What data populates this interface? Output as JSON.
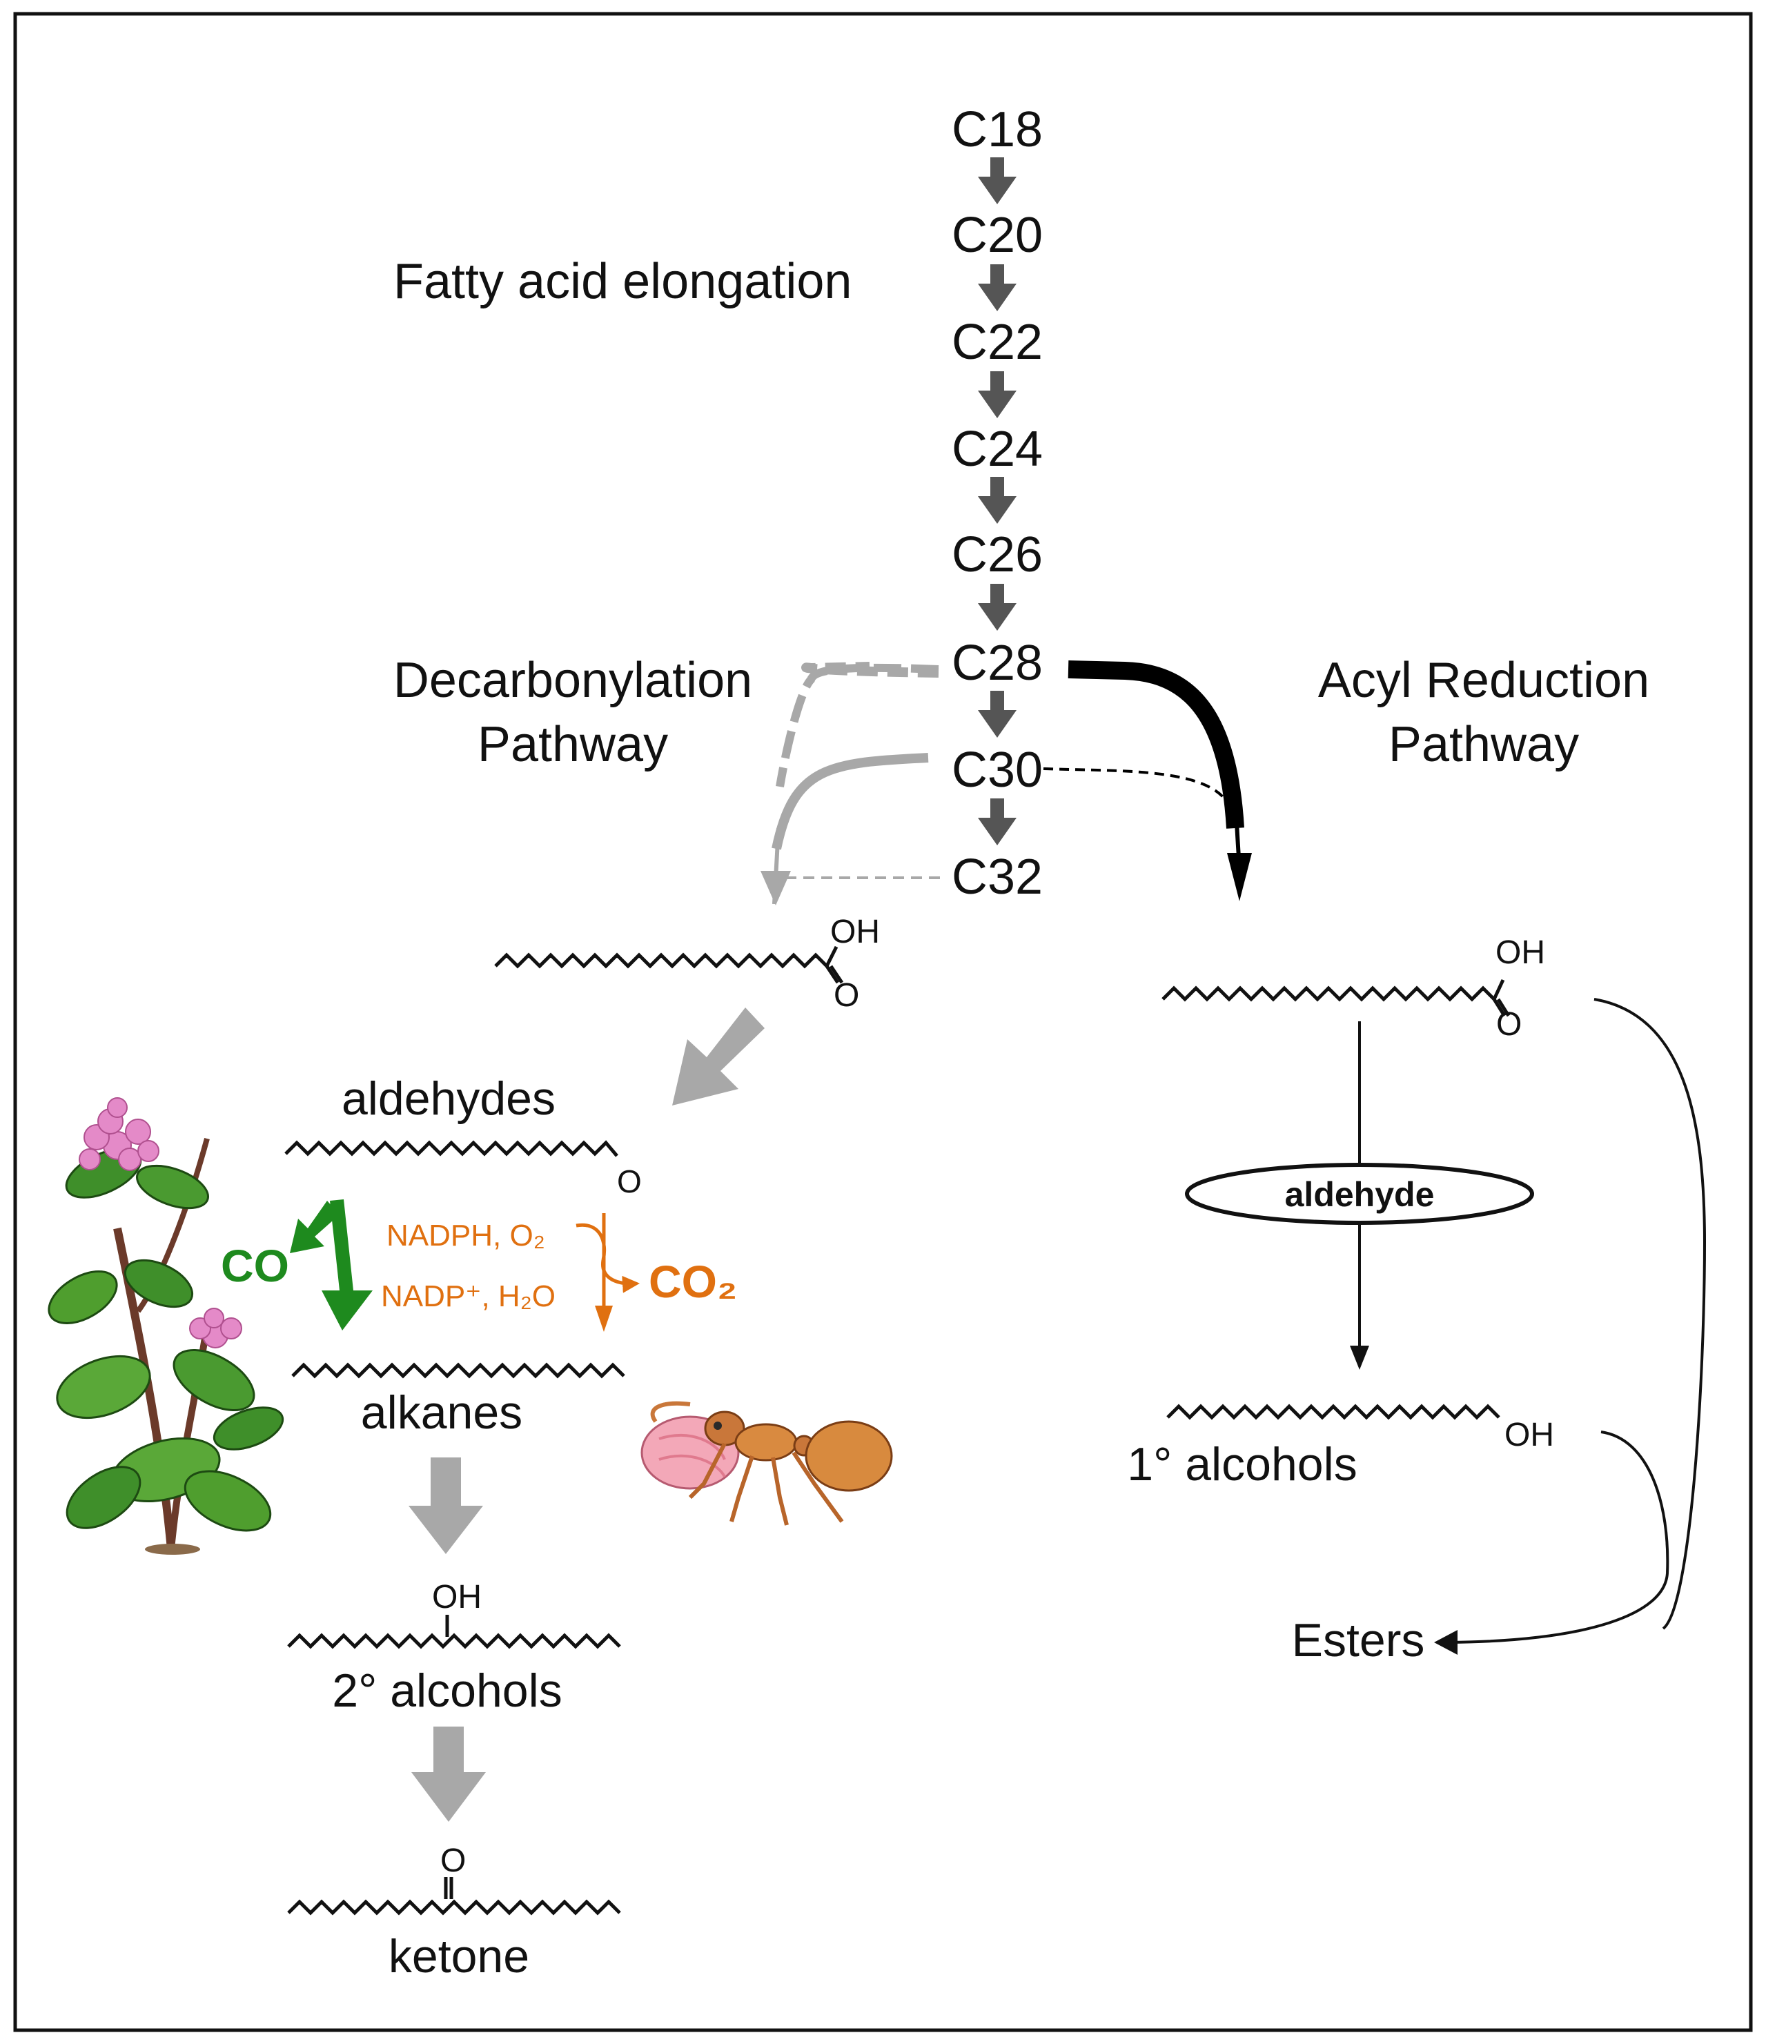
{
  "elongation": {
    "title": "Fatty acid elongation",
    "chain_lengths": [
      "C18",
      "C20",
      "C22",
      "C24",
      "C26",
      "C28",
      "C30",
      "C32"
    ]
  },
  "pathways": {
    "decarbonylation": {
      "line1": "Decarbonylation",
      "line2": "Pathway"
    },
    "acyl_reduction": {
      "line1": "Acyl Reduction",
      "line2": "Pathway"
    }
  },
  "decarbonylation_steps": {
    "acid_group": "OH",
    "acid_carbonyl": "O",
    "aldehydes": "aldehydes",
    "aldehyde_carbonyl": "O",
    "plant_product": "CO",
    "insect_cofactors_in": "NADPH, O₂",
    "insect_cofactors_out": "NADP⁺, H₂O",
    "insect_product": "CO₂",
    "alkanes": "alkanes",
    "secondary_hydroxyl": "OH",
    "secondary_alcohols": "2° alcohols",
    "ketone_carbonyl": "O",
    "ketone": "ketone"
  },
  "acyl_reduction_steps": {
    "acid_group": "OH",
    "acid_carbonyl": "O",
    "intermediate": "aldehyde",
    "primary_hydroxyl": "OH",
    "primary_alcohols": "1° alcohols",
    "esters": "Esters"
  },
  "colors": {
    "elongation_arrow": "#555555",
    "decarbonylation_arrow": "#a8a8a8",
    "plant_route": "#1e8a1e",
    "insect_route": "#e07010",
    "acyl_route": "#000000"
  },
  "icons": [
    "flowering-plant-icon",
    "ant-icon"
  ]
}
